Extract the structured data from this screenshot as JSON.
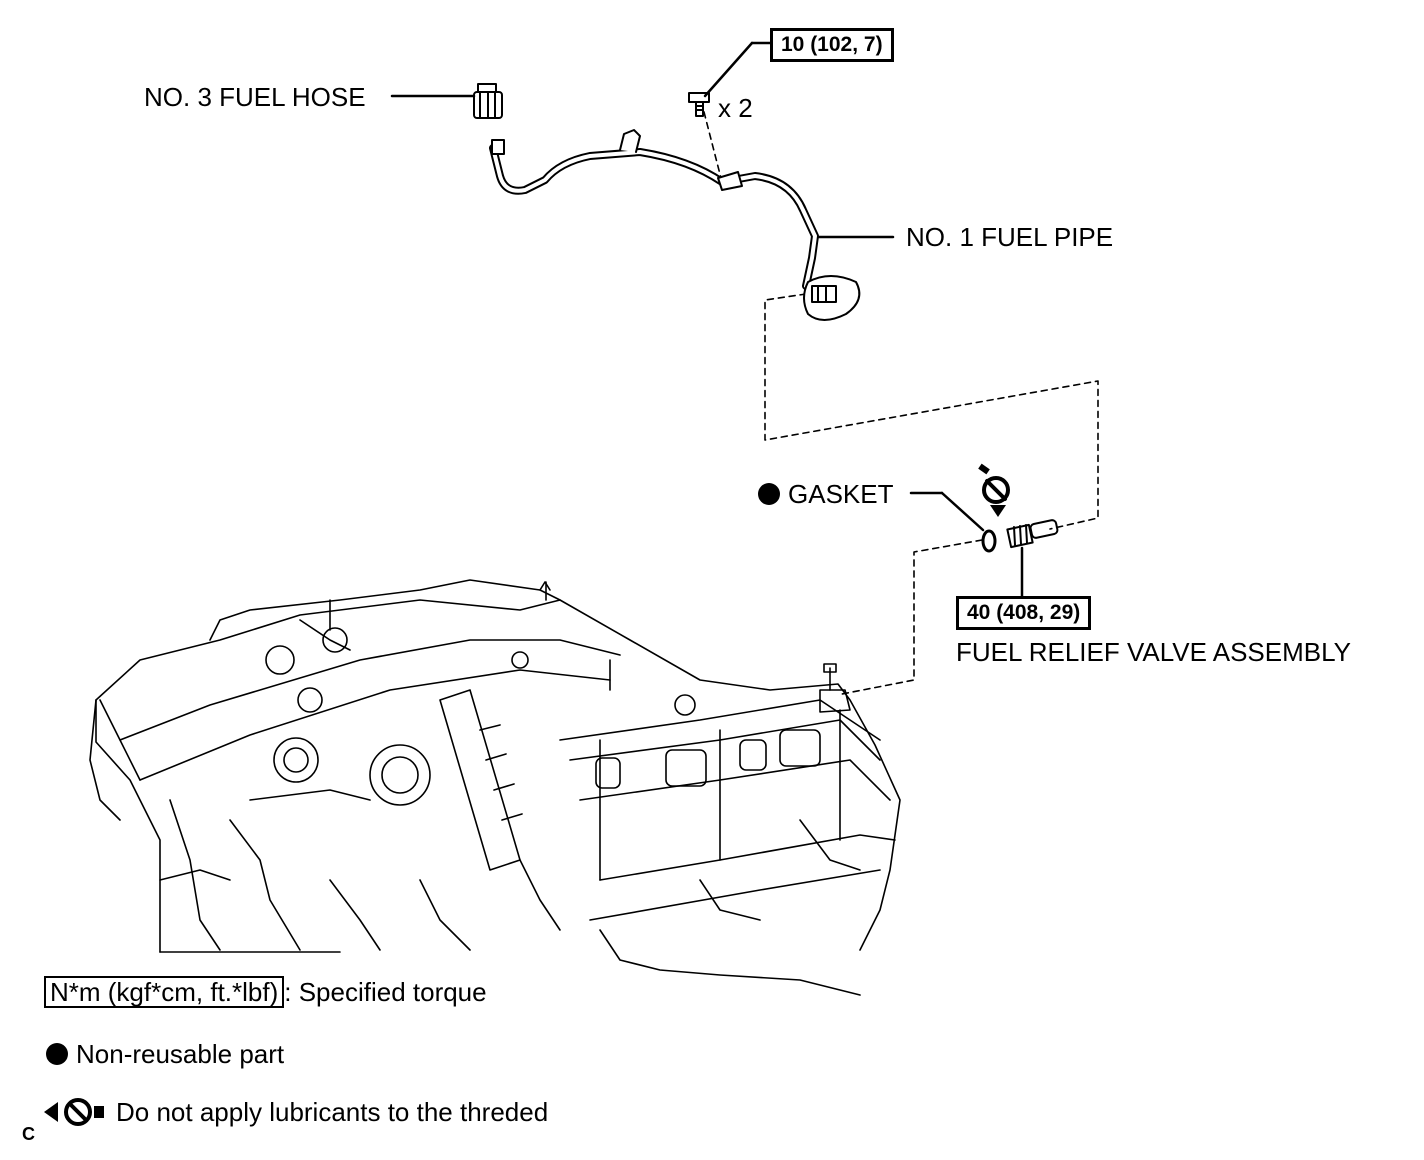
{
  "labels": {
    "fuel_hose": "NO. 3 FUEL HOSE",
    "fuel_pipe": "NO. 1 FUEL PIPE",
    "gasket": "GASKET",
    "relief_valve": "FUEL RELIEF VALVE ASSEMBLY",
    "bolt_count": "x 2"
  },
  "torque": {
    "bolt": "10 (102, 7)",
    "relief_valve": "40 (408, 29)"
  },
  "legend": {
    "torque_box": "N*m (kgf*cm, ft.*lbf)",
    "torque_text": ": Specified torque",
    "nonreusable_text": "Non-reusable part",
    "no_lube_text": "Do not apply lubricants to the threded"
  },
  "corner_mark": "C",
  "icons": {
    "nonreusable": "filled-circle-icon",
    "no_lube": "no-lubricant-icon"
  }
}
